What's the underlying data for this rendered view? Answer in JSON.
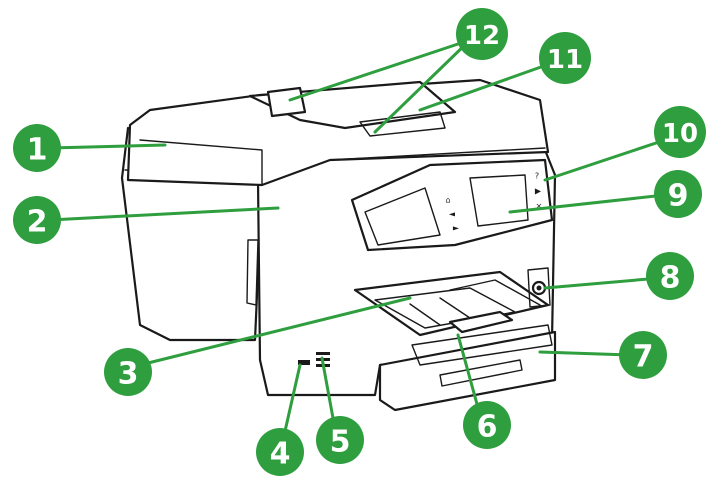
{
  "colors": {
    "callout": "#2e9e3e",
    "line_art": "#1a1a1a",
    "background": "#ffffff"
  },
  "callouts": [
    {
      "label": "1"
    },
    {
      "label": "2"
    },
    {
      "label": "3"
    },
    {
      "label": "4"
    },
    {
      "label": "5"
    },
    {
      "label": "6"
    },
    {
      "label": "7"
    },
    {
      "label": "8"
    },
    {
      "label": "9"
    },
    {
      "label": "10"
    },
    {
      "label": "11"
    },
    {
      "label": "12"
    }
  ],
  "control_panel": {
    "left_glyphs": [
      "⌂",
      "◄",
      "►"
    ],
    "right_glyphs": [
      "?",
      "▶",
      "×"
    ]
  }
}
